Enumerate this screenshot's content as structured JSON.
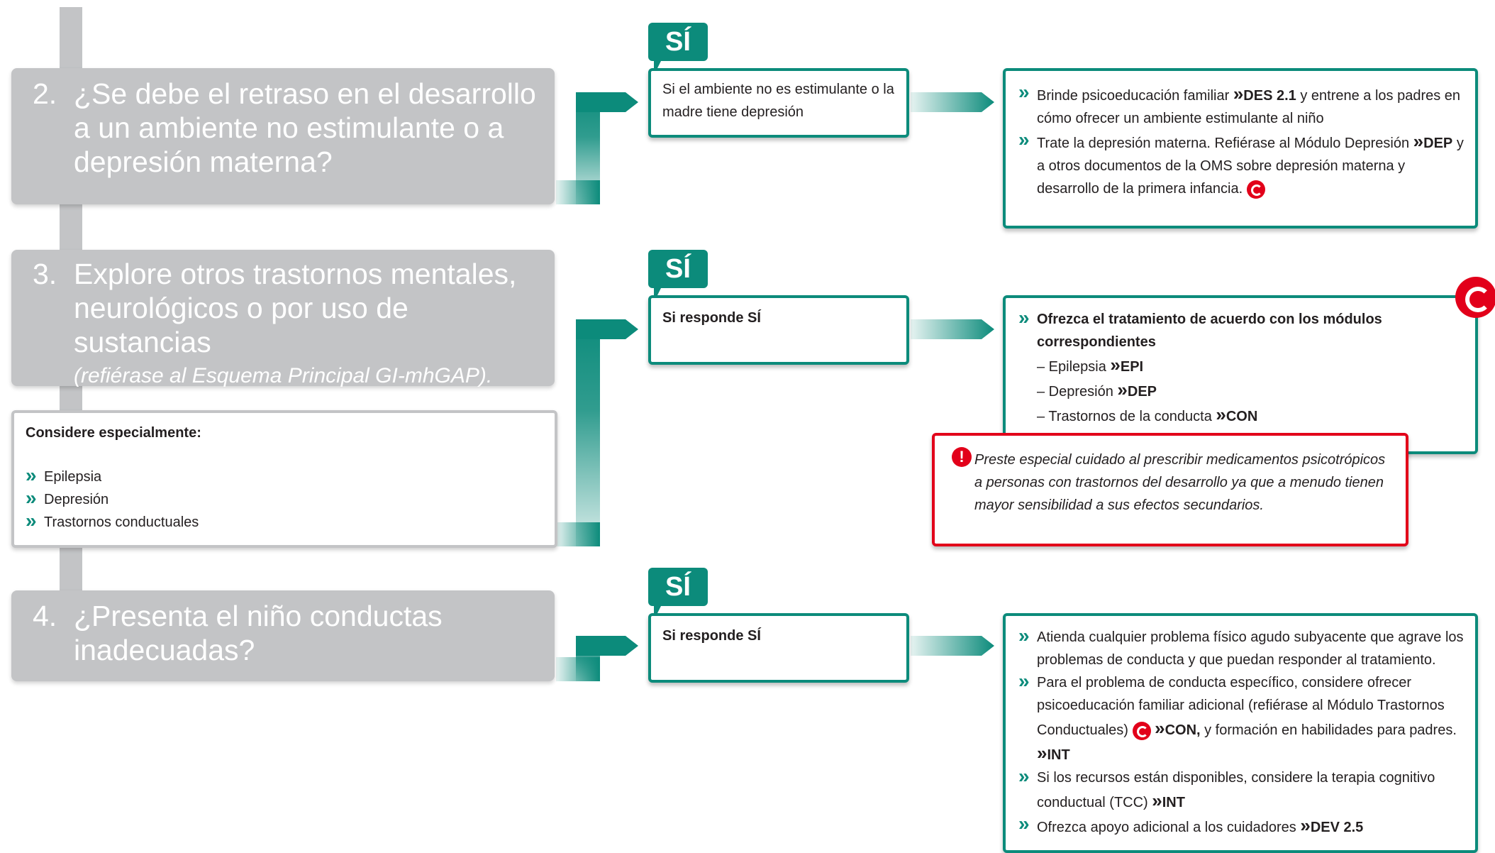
{
  "colors": {
    "accent": "#0c8b7b",
    "grey": "#c3c4c6",
    "red": "#e2001a",
    "text": "#231f20"
  },
  "q2": {
    "num": "2.",
    "text": "¿Se debe el retraso en el desarrollo a un ambiente no estimulante o a depresión materna?",
    "yes_label": "SÍ",
    "condition": "Si el ambiente no es estimulante o la madre tiene depresión",
    "actions": {
      "a1_pre": "Brinde psicoeducación familiar",
      "a1_ref": "DES 2.1",
      "a1_post": "y entrene a los padres en cómo ofrecer un ambiente estimulante al niño",
      "a2_pre": "Trate la depresión materna. Refiérase al Módulo Depresión",
      "a2_ref": "DEP",
      "a2_post": "y a otros documentos de la OMS sobre depresión materna y desarrollo de la primera infancia."
    }
  },
  "q3": {
    "num": "3.",
    "text": "Explore otros trastornos mentales, neurológicos o por uso de sustancias",
    "sub": "(refiérase al Esquema Principal GI-mhGAP).",
    "yes_label": "SÍ",
    "condition": "Si responde SÍ",
    "consider_title": "Considere especialmente:",
    "consider_items": [
      "Epilepsia",
      "Depresión",
      "Trastornos conductuales"
    ],
    "action_title": "Ofrezca el tratamiento de acuerdo con los módulos correspondientes",
    "modules": [
      {
        "label": "– Epilepsia",
        "ref": "EPI"
      },
      {
        "label": "– Depresión",
        "ref": "DEP"
      },
      {
        "label": "– Trastornos de la conducta",
        "ref": "CON"
      }
    ],
    "warning": "Preste especial cuidado al prescribir medicamentos psicotrópicos a personas con trastornos del desarrollo ya que a menudo tienen mayor sensibilidad a sus efectos secundarios."
  },
  "q4": {
    "num": "4.",
    "text": "¿Presenta el niño conductas inadecuadas?",
    "yes_label": "SÍ",
    "condition": "Si responde SÍ",
    "actions": {
      "a1": "Atienda cualquier problema físico agudo subyacente que agrave los problemas de conducta y que puedan responder al tratamiento.",
      "a2_pre": "Para el problema de conducta específico, considere ofrecer psicoeducación familiar adicional (refiérase al Módulo Trastornos Conductuales)",
      "a2_ref1": "CON,",
      "a2_mid": "y formación en habilidades para padres.",
      "a2_ref2": "INT",
      "a3_pre": "Si los recursos están disponibles, considere la terapia cognitivo conductual (TCC)",
      "a3_ref": "INT",
      "a4_pre": "Ofrezca apoyo adicional a los cuidadores",
      "a4_ref": "DEV 2.5"
    }
  },
  "ref_marker": "»"
}
